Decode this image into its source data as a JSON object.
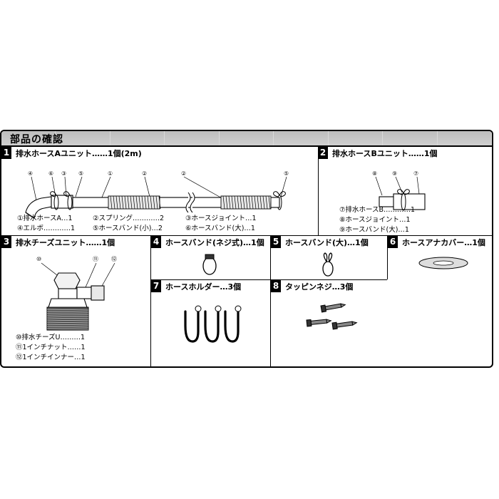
{
  "header": {
    "title": "部品の確認"
  },
  "panels": [
    {
      "num": "1",
      "title": "排水ホースAユニット……1個(2m)",
      "parts": [
        "①排水ホースA…1",
        "②スプリング…………2",
        "③ホースジョイント…1",
        "④エルボ…………1",
        "⑤ホースバンド(小)…2",
        "⑥ホースバンド(大)…1"
      ],
      "callouts": [
        "④",
        "⑥",
        "③",
        "⑤",
        "①",
        "②",
        "②",
        "⑤"
      ]
    },
    {
      "num": "2",
      "title": "排水ホースBユニット……1個",
      "parts": [
        "⑦排水ホースB…………1",
        "⑧ホースジョイント…1",
        "⑨ホースバンド(大)…1"
      ],
      "callouts": [
        "⑧",
        "⑨",
        "⑦"
      ]
    },
    {
      "num": "3",
      "title": "排水チーズユニット……1個",
      "parts": [
        "⑩排水チーズU………1",
        "⑪1インチナット……1",
        "⑫1インチインナー…1"
      ],
      "callouts": [
        "⑩",
        "⑪",
        "⑫"
      ]
    },
    {
      "num": "4",
      "title": "ホースバンド(ネジ式)…1個"
    },
    {
      "num": "5",
      "title": "ホースバンド(大)…1個"
    },
    {
      "num": "6",
      "title": "ホースアナカバー…1個"
    },
    {
      "num": "7",
      "title": "ホースホルダー…3個"
    },
    {
      "num": "8",
      "title": "タッピンネジ…3個"
    }
  ]
}
